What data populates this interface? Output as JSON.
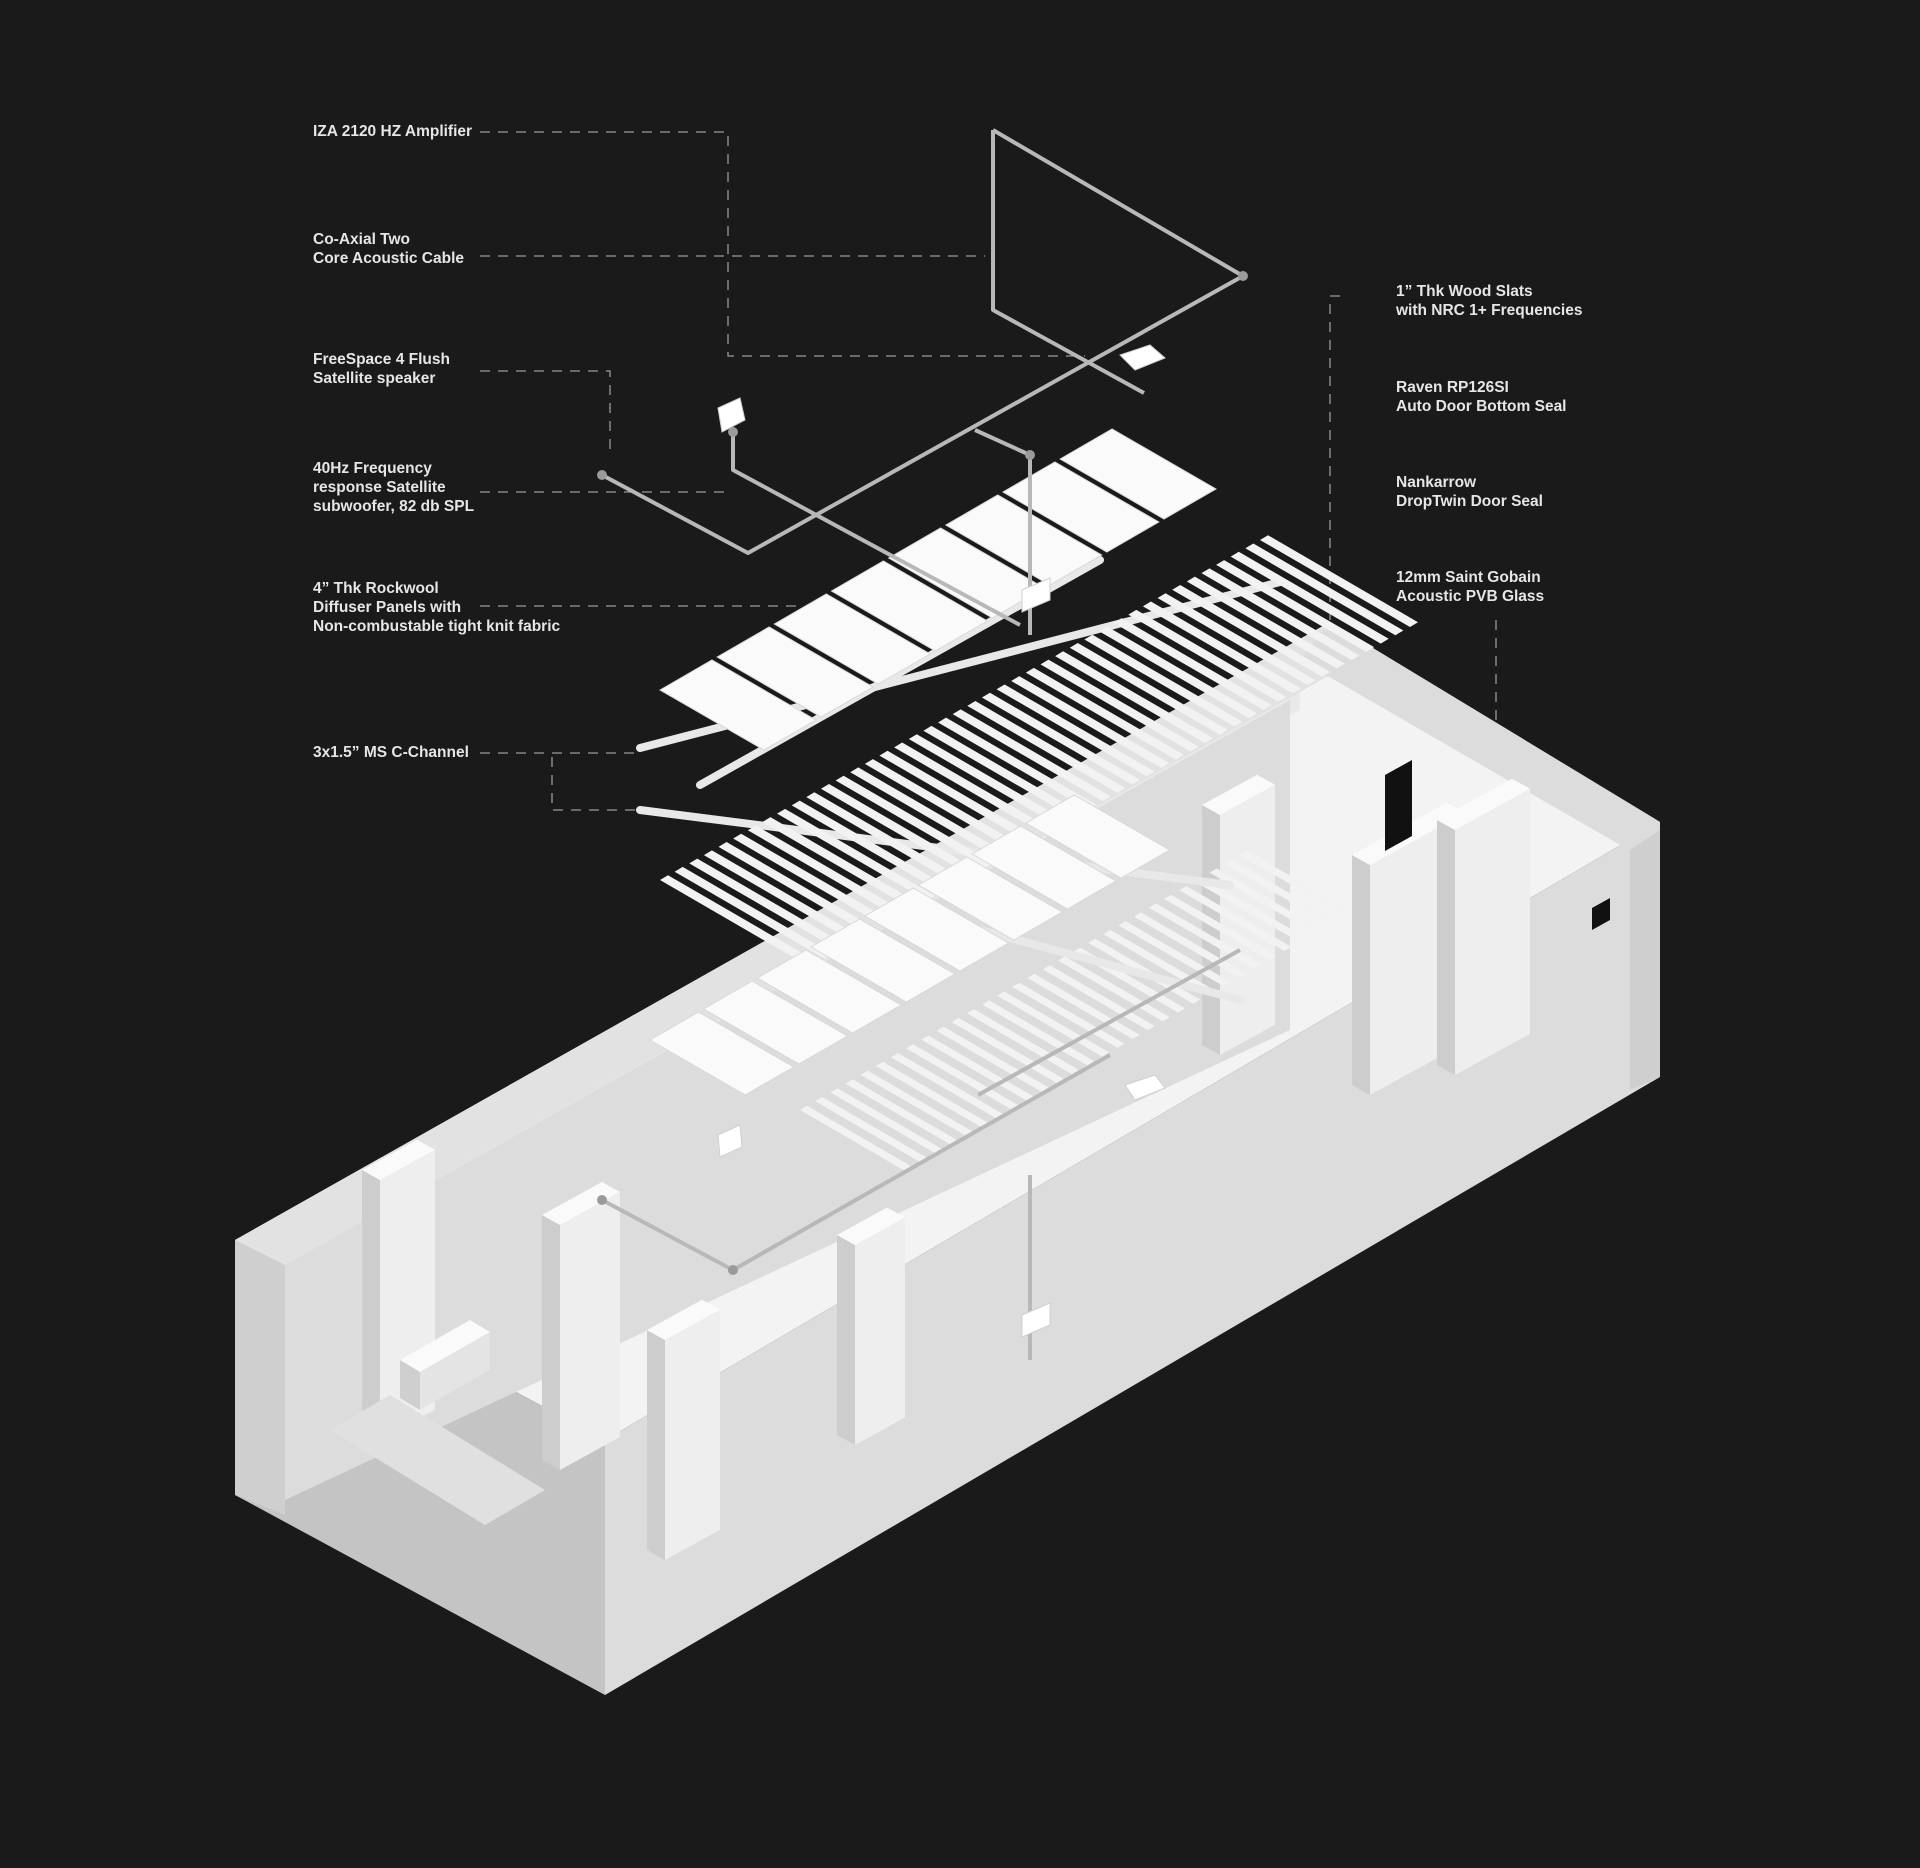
{
  "callouts_left": [
    {
      "id": "amplifier",
      "lines": [
        "IZA 2120 HZ Amplifier"
      ]
    },
    {
      "id": "cable",
      "lines": [
        "Co-Axial Two",
        "Core Acoustic Cable"
      ]
    },
    {
      "id": "satellite",
      "lines": [
        "FreeSpace 4 Flush",
        "Satellite speaker"
      ]
    },
    {
      "id": "subwoofer",
      "lines": [
        "40Hz Frequency",
        "response Satellite",
        "subwoofer, 82 db SPL"
      ]
    },
    {
      "id": "rockwool",
      "lines": [
        "4” Thk Rockwool",
        "Diffuser Panels with",
        "Non-combustable tight knit fabric"
      ]
    },
    {
      "id": "cchannel",
      "lines": [
        "3x1.5” MS C-Channel"
      ]
    }
  ],
  "callouts_right": [
    {
      "id": "wood-slats",
      "lines": [
        "1” Thk Wood Slats",
        "with NRC 1+ Frequencies"
      ]
    },
    {
      "id": "door-bottom-seal",
      "lines": [
        "Raven RP126SI",
        "Auto Door Bottom Seal"
      ]
    },
    {
      "id": "door-seal",
      "lines": [
        "Nankarrow",
        "DropTwin Door Seal"
      ]
    },
    {
      "id": "glass",
      "lines": [
        "12mm Saint Gobain",
        "Acoustic PVB Glass"
      ]
    }
  ],
  "colors": {
    "background": "#1b1a1a",
    "text": "#e6e6e6",
    "leader": "#9a9a9a",
    "model_light": "#f3f3f3",
    "model_mid": "#dcdcdc",
    "model_dark": "#c4c4c4",
    "cable": "#b8b8b8"
  }
}
